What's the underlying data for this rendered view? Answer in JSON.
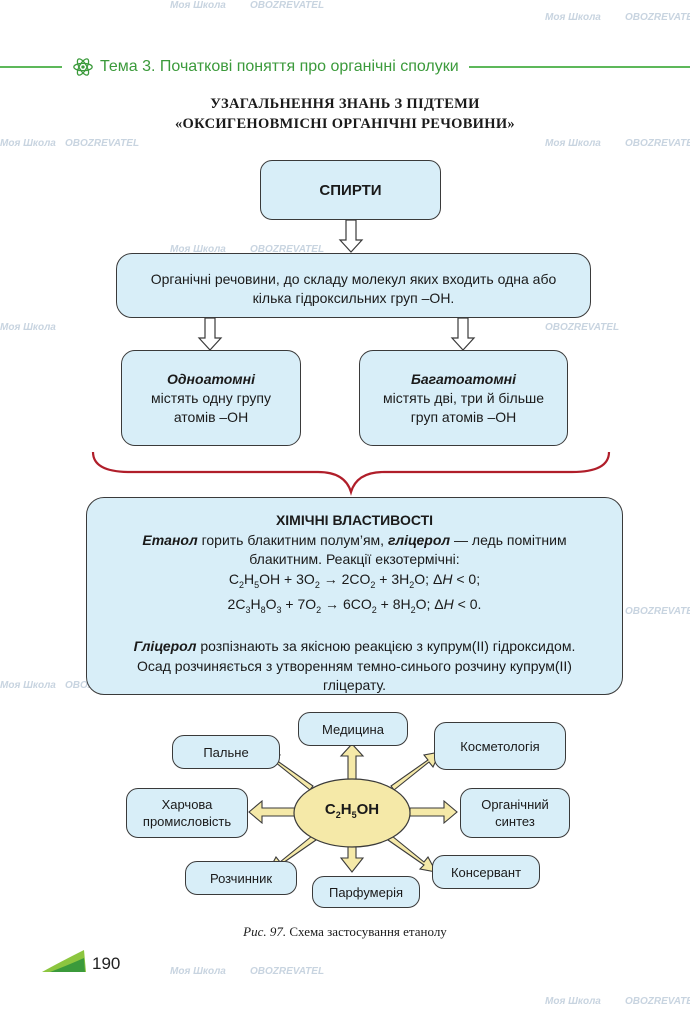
{
  "header": {
    "topic": "Тема 3. Початкові поняття про органічні сполуки"
  },
  "title": {
    "line1": "УЗАГАЛЬНЕННЯ ЗНАНЬ З ПІДТЕМИ",
    "line2": "«ОКСИГЕНОВМІСНІ ОРГАНІЧНІ РЕЧОВИНИ»"
  },
  "alcohols": {
    "heading": "СПИРТИ",
    "definition": "Органічні речовини, до складу молекул яких входить одна або кілька гідроксильних груп –OH.",
    "monohydric": {
      "name": "Одноатомні",
      "desc": "містять одну групу атомів –OH"
    },
    "polyhydric": {
      "name": "Багатоатомні",
      "desc": "містять дві, три й більше груп атомів –OH"
    }
  },
  "chemical": {
    "heading": "ХІМІЧНІ ВЛАСТИВОСТІ",
    "ethanol_word": "Етанол",
    "p1_mid": " горить блакитним полум’ям, ",
    "glycerol_word": "гліцерол",
    "p1_end": " — ледь помітним блакитним. Реакції екзотермічні:",
    "eq1": "C2H5OH + 3O2 → 2CO2 + 3H2O; ΔH < 0;",
    "eq2": "2C3H8O3 + 7O2 → 6CO2 + 8H2O; ΔH < 0.",
    "glycerol_word2": "Гліцерол",
    "p2": " розпізнають за якісною реакцією з купрум(II) гідроксидом. Осад розчиняється з утворенням темно-синього розчину купрум(II) гліцерату."
  },
  "scheme": {
    "center": "C2H5OH",
    "uses": [
      "Медицина",
      "Пальне",
      "Косметологія",
      "Харчова промисловість",
      "Органічний синтез",
      "Розчинник",
      "Парфумерія",
      "Консервант"
    ]
  },
  "caption": {
    "fig": "Рис. 97.",
    "text": " Схема застосування етанолу"
  },
  "page_number": "190",
  "watermarks": [
    "Моя Школа",
    "OBOZREVATEL"
  ],
  "colors": {
    "box_fill": "#d8eef8",
    "header_green": "#3b9a3b",
    "ellipse_fill": "#f5e9a8",
    "brace": "#b01e2a"
  }
}
